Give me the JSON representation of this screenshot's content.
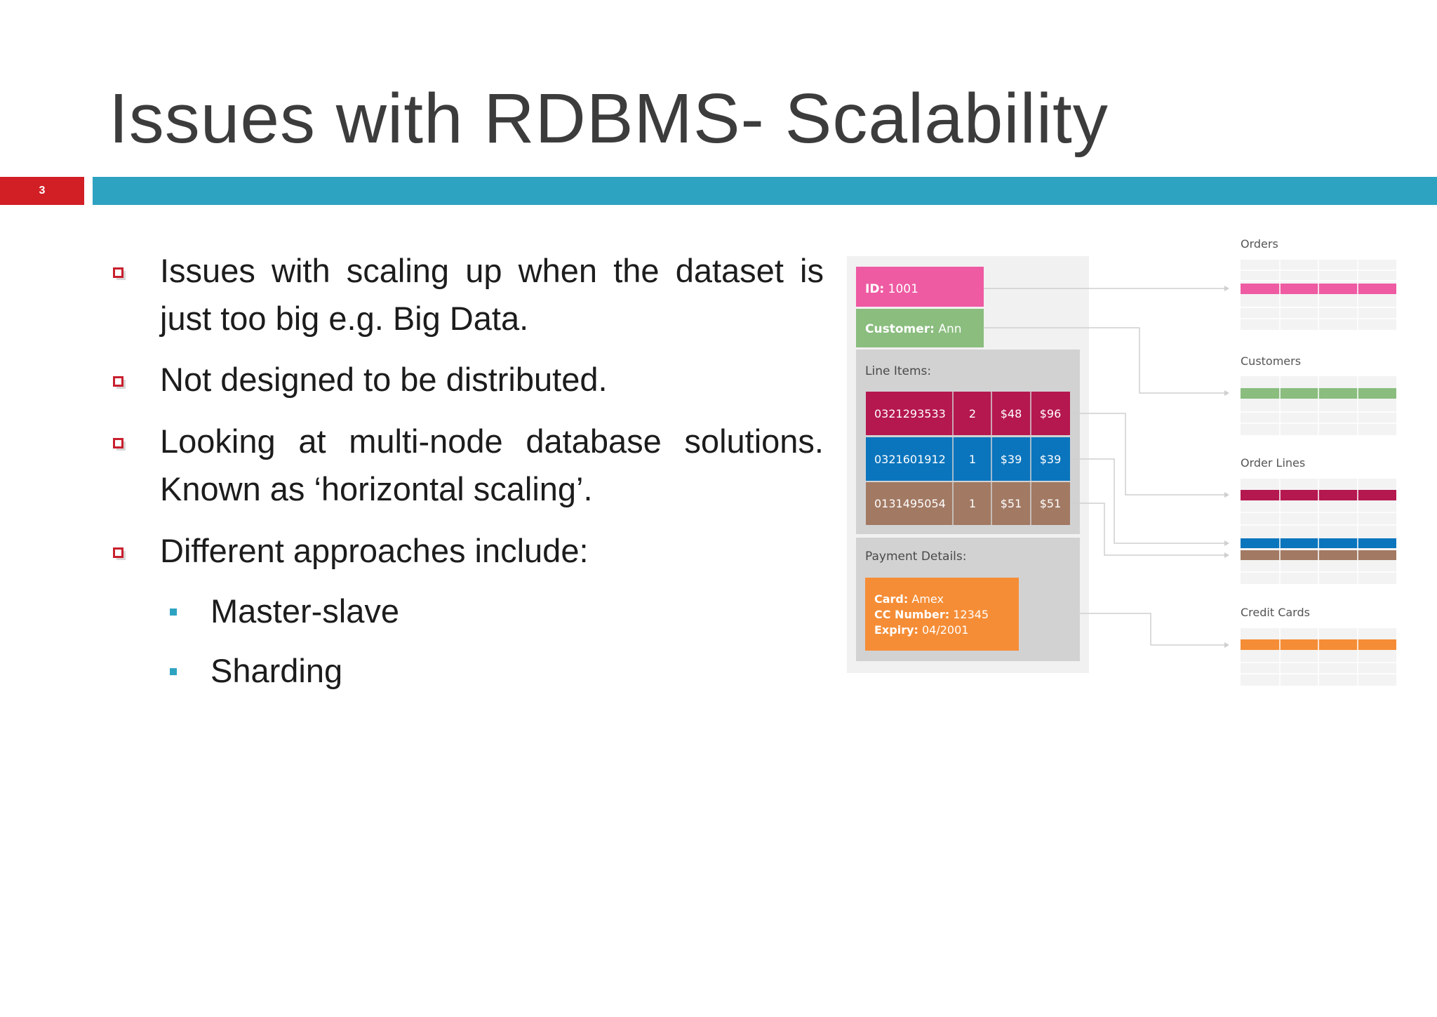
{
  "slide": {
    "title": "Issues with RDBMS- Scalability",
    "number": "3"
  },
  "bullets": [
    {
      "text": "Issues with scaling up when the dataset is just too big e.g. Big Data."
    },
    {
      "text": "Not designed to be distributed."
    },
    {
      "text": "Looking at multi-node database solutions. Known as ‘horizontal scaling’."
    },
    {
      "text": "Different approaches include:"
    }
  ],
  "sub_bullets": [
    {
      "text": "Master-slave"
    },
    {
      "text": "Sharding"
    }
  ],
  "diagram": {
    "document": {
      "id_label": "ID:",
      "id_value": "1001",
      "customer_label": "Customer:",
      "customer_value": "Ann",
      "line_items_label": "Line Items:",
      "line_items": [
        {
          "code": "0321293533",
          "qty": "2",
          "price": "$48",
          "total": "$96",
          "color": "#b5174f"
        },
        {
          "code": "0321601912",
          "qty": "1",
          "price": "$39",
          "total": "$39",
          "color": "#0a75bd"
        },
        {
          "code": "0131495054",
          "qty": "1",
          "price": "$51",
          "total": "$51",
          "color": "#a27963"
        }
      ],
      "payment_label": "Payment Details:",
      "card_label": "Card:",
      "card_value": "Amex",
      "cc_label": "CC Number:",
      "cc_value": "12345",
      "expiry_label": "Expiry:",
      "expiry_value": "04/2001"
    },
    "tables": {
      "orders": "Orders",
      "customers": "Customers",
      "order_lines": "Order Lines",
      "credit_cards": "Credit Cards"
    },
    "colors": {
      "id": "#ee5ba3",
      "customer": "#8abd7e",
      "payment": "#f58d36",
      "panel": "#d2d2d3",
      "outer": "#f1f1f1",
      "title_text": "#3c3c3c",
      "slide_number_bg": "#d21f26",
      "rule": "#2ea3c1"
    }
  }
}
